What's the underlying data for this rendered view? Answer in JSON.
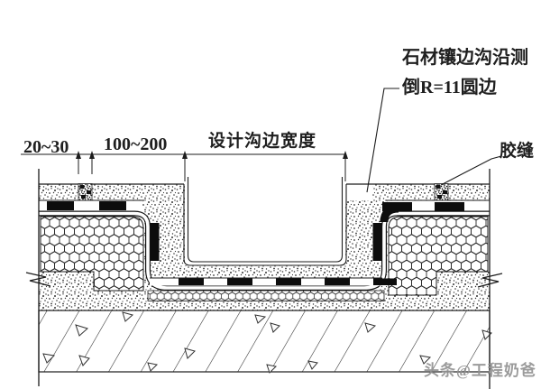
{
  "diagram": {
    "title_context": "drainage-channel-section-detail",
    "dimension_labels": {
      "edge_gap": "20~30",
      "edging_stone": "100~200",
      "channel_width": "设计沟边宽度"
    },
    "callouts": {
      "stone_edging_line1": "石材镶边沟沿测",
      "stone_edging_line2": "倒R=11圆边",
      "glue_seam": "胶缝"
    },
    "watermark": "头条@工程奶爸",
    "colors": {
      "line": "#1c1c1c",
      "solid_black": "#0d0d0d",
      "watermark": "#919191",
      "background": "#ffffff"
    }
  }
}
